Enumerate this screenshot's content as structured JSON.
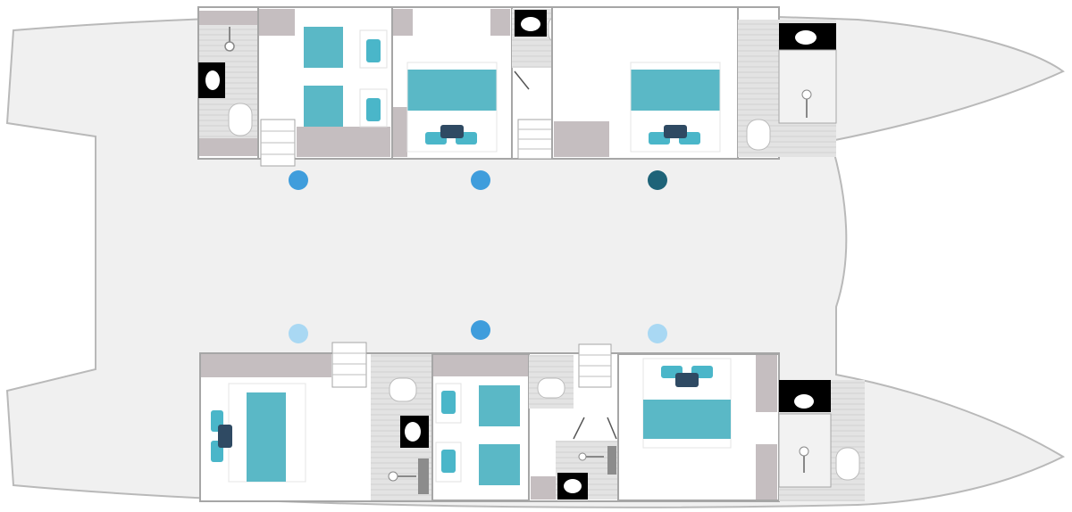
{
  "colors": {
    "background": "#ffffff",
    "hull_fill": "#f0f0f0",
    "hull_stroke": "#b9b9b9",
    "cabin_fill": "#ffffff",
    "wall": "#a6a6a6",
    "cabinet": "#c5bec0",
    "bed": "#5ab8c6",
    "pillow": "#4ab6c9",
    "headboard": "#2f4a63",
    "bathroom_floor": "#e1e1e1",
    "fixture": "#ffffff",
    "sink_counter": "#000000",
    "dot_blue": "#3f9ddc",
    "dot_dark": "#1e6378",
    "dot_light": "#a9d8f3"
  },
  "legend": [],
  "features": [
    {
      "name": "cabin-top-left",
      "kind": "cabin"
    },
    {
      "name": "cabin-top-middle",
      "kind": "cabin"
    },
    {
      "name": "cabin-top-right",
      "kind": "cabin"
    },
    {
      "name": "cabin-bottom-left",
      "kind": "cabin"
    },
    {
      "name": "cabin-bottom-middle",
      "kind": "cabin"
    },
    {
      "name": "cabin-bottom-right",
      "kind": "cabin"
    }
  ]
}
